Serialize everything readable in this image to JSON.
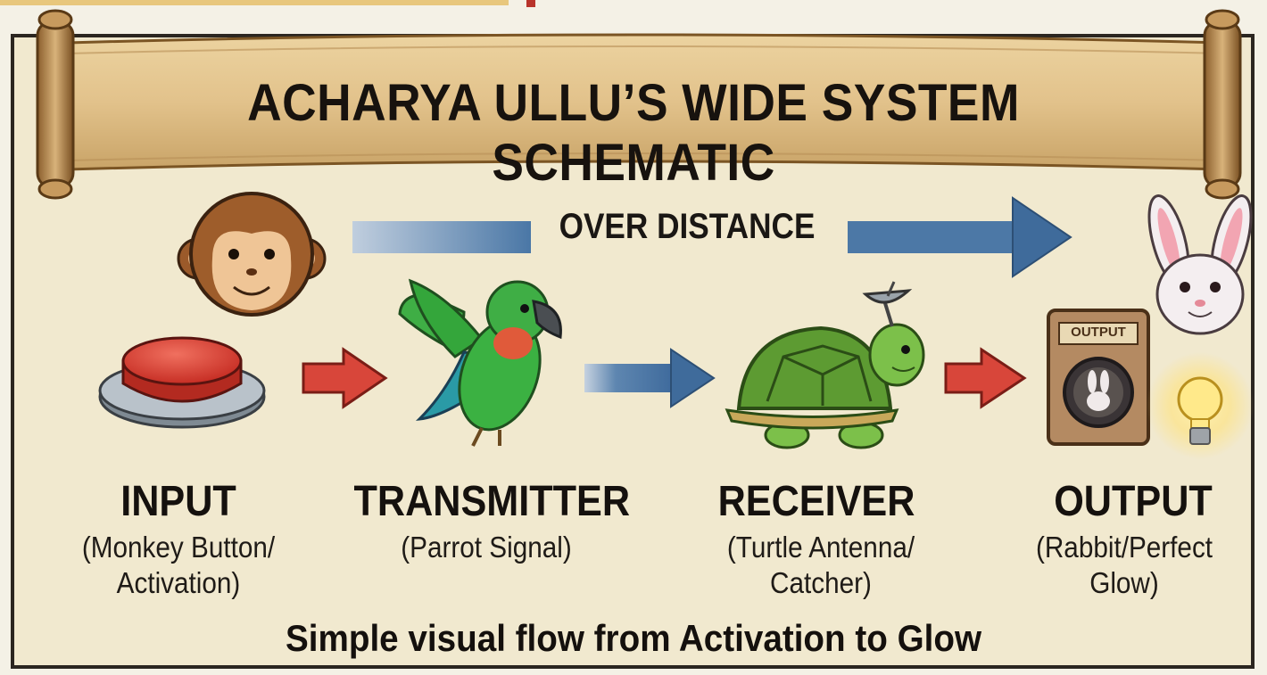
{
  "title": "ACHARYA ULLU’S WIDE SYSTEM SCHEMATIC",
  "over_distance": "OVER DISTANCE",
  "stages": [
    {
      "name": "INPUT",
      "desc_line1": "(Monkey Button/",
      "desc_line2": "Activation)"
    },
    {
      "name": "TRANSMITTER",
      "desc_line1": "(Parrot Signal)",
      "desc_line2": ""
    },
    {
      "name": "RECEIVER",
      "desc_line1": "(Turtle Antenna/",
      "desc_line2": "Catcher)"
    },
    {
      "name": "OUTPUT",
      "desc_line1": "(Rabbit/Perfect",
      "desc_line2": "Glow)"
    }
  ],
  "output_box_label": "OUTPUT",
  "footer": "Simple visual flow from Activation to Glow",
  "colors": {
    "parchment": "#e3c690",
    "background": "#f1e9cf",
    "red_arrow": "#d8463a",
    "blue_arrow": "#4f79a6",
    "button_red": "#d9382d",
    "turtle_green": "#5d9b32",
    "parrot_green": "#38a83c"
  },
  "icons": [
    "monkey-icon",
    "red-button-icon",
    "parrot-icon",
    "turtle-antenna-icon",
    "rabbit-icon",
    "output-box-icon",
    "lightbulb-icon",
    "scroll-banner"
  ]
}
